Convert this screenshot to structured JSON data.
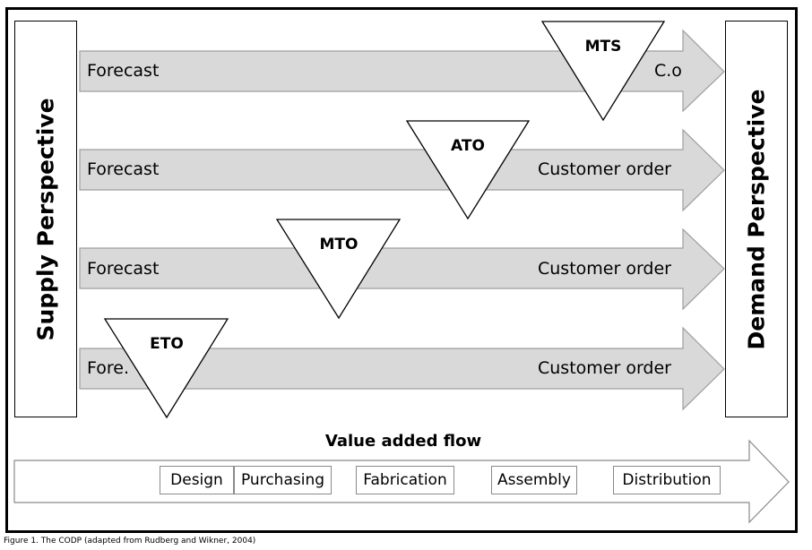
{
  "supply_label": "Supply Perspective",
  "demand_label": "Demand Perspective",
  "rows": [
    {
      "left": "Forecast",
      "right": "C.o",
      "strategy": "MTS"
    },
    {
      "left": "Forecast",
      "right": "Customer order",
      "strategy": "ATO"
    },
    {
      "left": "Forecast",
      "right": "Customer order",
      "strategy": "MTO"
    },
    {
      "left": "Fore.",
      "right": "Customer order",
      "strategy": "ETO"
    }
  ],
  "value_flow": {
    "title": "Value added flow",
    "stages": [
      "Design",
      "Purchasing",
      "Fabrication",
      "Assembly",
      "Distribution"
    ]
  },
  "caption": "Figure 1. The CODP (adapted from Rudberg and Wikner, 2004)"
}
